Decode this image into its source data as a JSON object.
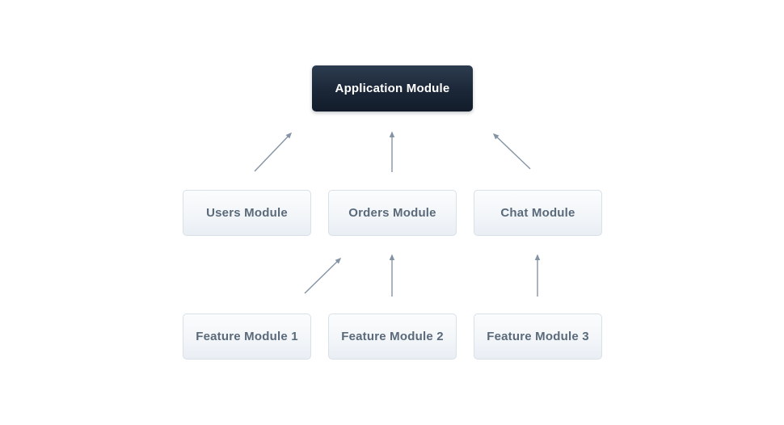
{
  "diagram": {
    "root": {
      "id": "application",
      "label": "Application Module"
    },
    "modules": [
      {
        "id": "users",
        "label": "Users Module"
      },
      {
        "id": "orders",
        "label": "Orders Module"
      },
      {
        "id": "chat",
        "label": "Chat Module"
      }
    ],
    "features": [
      {
        "id": "feature-1",
        "label": "Feature Module 1"
      },
      {
        "id": "feature-2",
        "label": "Feature Module 2"
      },
      {
        "id": "feature-3",
        "label": "Feature Module 3"
      }
    ],
    "edges": [
      {
        "from": "Users Module",
        "to": "Application Module"
      },
      {
        "from": "Orders Module",
        "to": "Application Module"
      },
      {
        "from": "Chat Module",
        "to": "Application Module"
      },
      {
        "from": "Feature Module 1",
        "to": "Orders Module"
      },
      {
        "from": "Feature Module 2",
        "to": "Orders Module"
      },
      {
        "from": "Feature Module 3",
        "to": "Chat Module"
      }
    ],
    "colors": {
      "background": "#ffffff",
      "root_box_top": "#2d3c50",
      "root_box_bottom": "#121c2a",
      "root_text": "#ffffff",
      "module_box_top": "#fbfcfd",
      "module_box_bottom": "#e9eef4",
      "module_border": "#d8e0e8",
      "module_text": "#5a6a7a",
      "arrow": "#8494a4"
    }
  }
}
